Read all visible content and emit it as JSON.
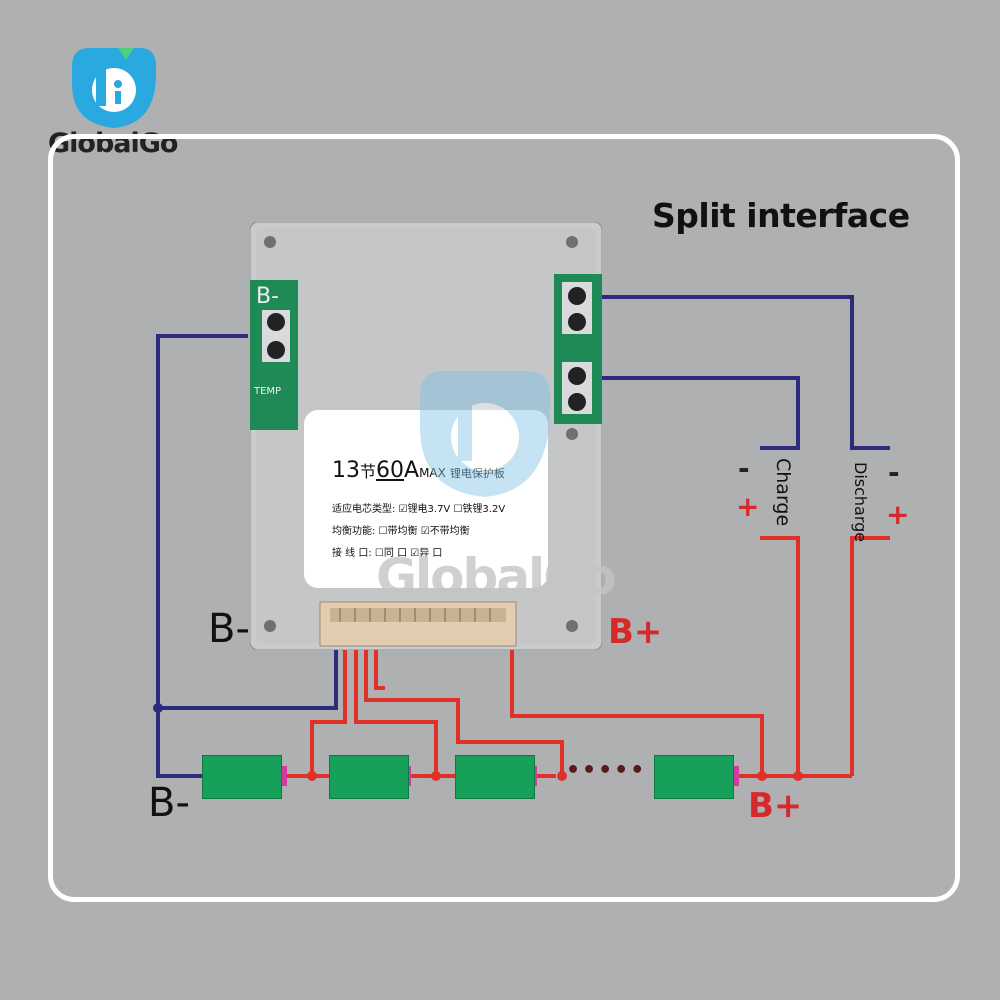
{
  "brand": {
    "name": "GlobalGo",
    "watermark": "GlobalGo"
  },
  "title": "Split interface",
  "terminals": {
    "b_minus_board": "B-",
    "b_plus_board": "B+",
    "b_minus_battery": "B-",
    "b_plus_battery": "B+",
    "board_b_minus_pad": "B-",
    "temp_pad": "TEMP"
  },
  "ports": {
    "charge": {
      "label": "Charge",
      "negative": "-",
      "positive": "+"
    },
    "discharge": {
      "label": "Discharge",
      "negative": "-",
      "positive": "+"
    }
  },
  "product_label": {
    "line1_a": "13",
    "line1_b": "节",
    "line1_c": "60",
    "line1_d": "A",
    "line1_e": "MAX",
    "line1_f": "锂电保护板",
    "row1_label": "适应电芯类型:",
    "row1_opt1": "锂电3.7V",
    "row1_opt2": "铁锂3.2V",
    "row2_label": "均衡功能:",
    "row2_opt1": "带均衡",
    "row2_opt2": "不带均衡",
    "row3_label": "接 线 口:",
    "row3_opt1": "同 口",
    "row3_opt2": "异 口"
  },
  "battery_cells": {
    "count_shown": 4,
    "ellipsis": "•••••"
  },
  "colors": {
    "background": "#aeb0b2",
    "panel_border": "#ffffff",
    "negative_wire": "#2b2c7c",
    "positive_wire": "#e0302a",
    "cell": "#17a05a",
    "pcb": "#1f8a55",
    "plate": "#c9cbcc"
  }
}
